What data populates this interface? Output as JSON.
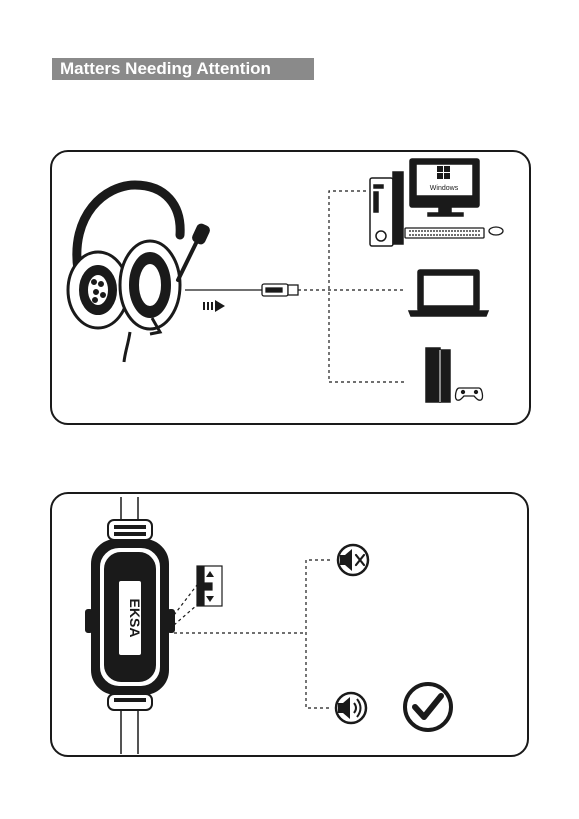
{
  "header": {
    "title": "Matters Needing Attention"
  },
  "connection_panel": {
    "monitor_label": "Windows",
    "icons": [
      "headset-icon",
      "usb-plug-icon",
      "desktop-pc-icon",
      "monitor-icon",
      "keyboard-icon",
      "mouse-icon",
      "laptop-icon",
      "game-console-icon",
      "gamepad-icon"
    ]
  },
  "volume_panel": {
    "brand_label": "EKSA",
    "icons": [
      "inline-controller-icon",
      "mute-speaker-icon",
      "speaker-on-icon",
      "checkmark-icon"
    ]
  },
  "colors": {
    "title_background": "#8a8a8a",
    "title_text": "#ffffff",
    "line_art": "#1a1a1a"
  }
}
